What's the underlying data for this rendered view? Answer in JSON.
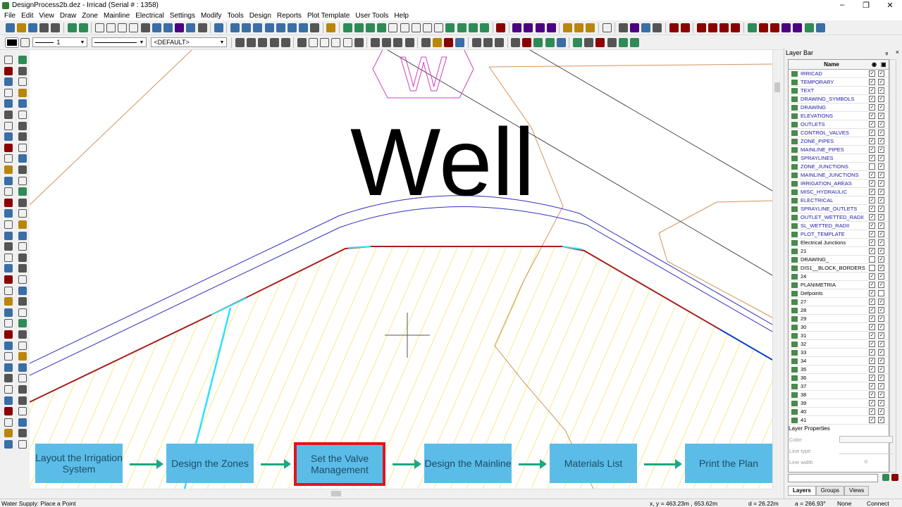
{
  "window": {
    "title": "DesignProcess2b.dez - Irricad (Serial # : 1358)",
    "minimize": "–",
    "maximize": "❐",
    "close": "✕"
  },
  "menu": [
    "File",
    "Edit",
    "View",
    "Draw",
    "Zone",
    "Mainline",
    "Electrical",
    "Settings",
    "Modify",
    "Tools",
    "Design",
    "Reports",
    "Plot Template",
    "User Tools",
    "Help"
  ],
  "toolbar2": {
    "line_width": "1",
    "layer_combo": "<DEFAULT>"
  },
  "drawing": {
    "well_label": "Well",
    "well_symbol_letter": "W"
  },
  "flow": {
    "steps": [
      "Layout the Irrigation System",
      "Design the Zones",
      "Set the Valve Management",
      "Design the Mainline",
      "Materials List",
      "Print the Plan"
    ],
    "highlighted_index": 2,
    "arrow_color": "#1aa982",
    "box_color": "#5bbde7",
    "highlight_color": "#e2141c"
  },
  "layer_bar": {
    "title": "Layer Bar",
    "pin": "ᵩ",
    "close": "×",
    "header_name": "Name",
    "layers": [
      {
        "name": "IRRICAD",
        "blue": true,
        "v": true,
        "l": true
      },
      {
        "name": "TEMPORARY",
        "blue": true,
        "v": true,
        "l": true
      },
      {
        "name": "TEXT",
        "blue": true,
        "v": true,
        "l": true
      },
      {
        "name": "DRAWING_SYMBOLS",
        "blue": true,
        "v": true,
        "l": true
      },
      {
        "name": "DRAWING",
        "blue": true,
        "v": true,
        "l": true
      },
      {
        "name": "ELEVATIONS",
        "blue": true,
        "v": true,
        "l": true
      },
      {
        "name": "OUTLETS",
        "blue": true,
        "v": true,
        "l": true
      },
      {
        "name": "CONTROL_VALVES",
        "blue": true,
        "v": true,
        "l": true
      },
      {
        "name": "ZONE_PIPES",
        "blue": true,
        "v": true,
        "l": true
      },
      {
        "name": "MAINLINE_PIPES",
        "blue": true,
        "v": true,
        "l": true
      },
      {
        "name": "SPRAYLINES",
        "blue": true,
        "v": true,
        "l": true
      },
      {
        "name": "ZONE_JUNCTIONS",
        "blue": true,
        "v": false,
        "l": true
      },
      {
        "name": "MAINLINE_JUNCTIONS",
        "blue": true,
        "v": true,
        "l": true
      },
      {
        "name": "IRRIGATION_AREAS",
        "blue": true,
        "v": true,
        "l": true
      },
      {
        "name": "MISC_HYDRAULIC",
        "blue": true,
        "v": true,
        "l": true
      },
      {
        "name": "ELECTRICAL",
        "blue": true,
        "v": true,
        "l": true
      },
      {
        "name": "SPRAYLINE_OUTLETS",
        "blue": true,
        "v": true,
        "l": true
      },
      {
        "name": "OUTLET_WETTED_RADII",
        "blue": true,
        "v": true,
        "l": true
      },
      {
        "name": "SL_WETTED_RADII",
        "blue": true,
        "v": true,
        "l": true
      },
      {
        "name": "PLOT_TEMPLATE",
        "blue": true,
        "v": true,
        "l": true
      },
      {
        "name": "Electrical Junctions",
        "blue": false,
        "v": true,
        "l": true
      },
      {
        "name": "21",
        "blue": false,
        "v": true,
        "l": true
      },
      {
        "name": "DRAWING_",
        "blue": false,
        "v": false,
        "l": true
      },
      {
        "name": "DIS1__BLOCK_BORDERS",
        "blue": false,
        "v": false,
        "l": true
      },
      {
        "name": "24",
        "blue": false,
        "v": true,
        "l": true
      },
      {
        "name": "PLANIMETRIA",
        "blue": false,
        "v": true,
        "l": true
      },
      {
        "name": "Defpoints",
        "blue": false,
        "v": true,
        "l": false
      },
      {
        "name": "27",
        "blue": false,
        "v": true,
        "l": true
      },
      {
        "name": "28",
        "blue": false,
        "v": true,
        "l": true
      },
      {
        "name": "29",
        "blue": false,
        "v": true,
        "l": true
      },
      {
        "name": "30",
        "blue": false,
        "v": true,
        "l": true
      },
      {
        "name": "31",
        "blue": false,
        "v": true,
        "l": true
      },
      {
        "name": "32",
        "blue": false,
        "v": true,
        "l": true
      },
      {
        "name": "33",
        "blue": false,
        "v": true,
        "l": true
      },
      {
        "name": "34",
        "blue": false,
        "v": true,
        "l": true
      },
      {
        "name": "35",
        "blue": false,
        "v": true,
        "l": true
      },
      {
        "name": "36",
        "blue": false,
        "v": true,
        "l": true
      },
      {
        "name": "37",
        "blue": false,
        "v": true,
        "l": true
      },
      {
        "name": "38",
        "blue": false,
        "v": true,
        "l": true
      },
      {
        "name": "39",
        "blue": false,
        "v": true,
        "l": true
      },
      {
        "name": "40",
        "blue": false,
        "v": true,
        "l": true
      },
      {
        "name": "41",
        "blue": false,
        "v": true,
        "l": true
      }
    ],
    "properties": {
      "title": "Layer Properties",
      "color_label": "Color",
      "linetype_label": "Line type",
      "linewidth_label": "Line width",
      "linewidth_value": "0"
    },
    "tabs": [
      "Layers",
      "Groups",
      "Views"
    ]
  },
  "status": {
    "prompt": "Water Supply: Place a Point",
    "coords": "x, y = 463.23m , 653.62m",
    "distance": "d = 26.22m",
    "angle": "a = 266.93°",
    "snap": "None",
    "connect": "Connect"
  }
}
